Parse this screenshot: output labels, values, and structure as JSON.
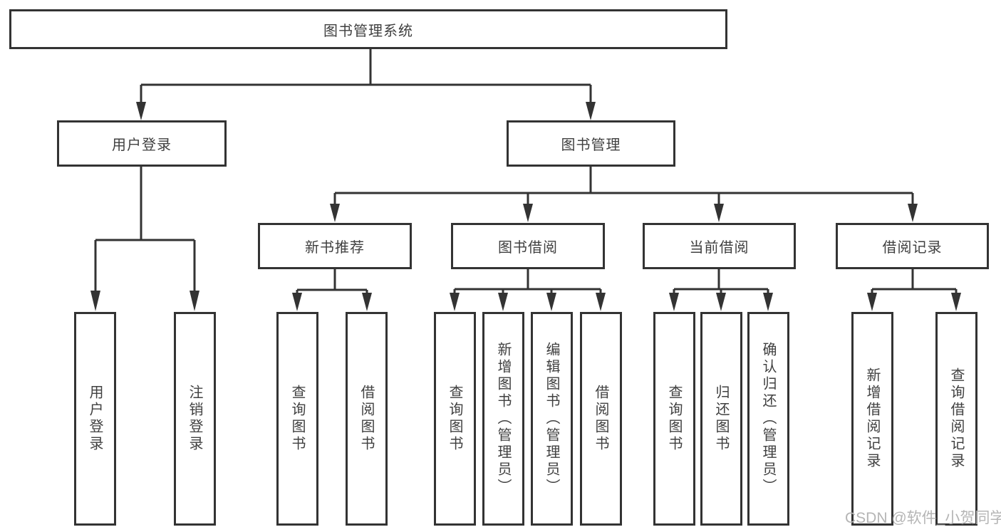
{
  "tree": {
    "root": {
      "label": "图书管理系统",
      "children": [
        {
          "label": "用户登录",
          "children": [
            {
              "label": "用户登录"
            },
            {
              "label": "注销登录"
            }
          ]
        },
        {
          "label": "图书管理",
          "children": [
            {
              "label": "新书推荐",
              "children": [
                {
                  "label": "查询图书"
                },
                {
                  "label": "借阅图书"
                }
              ]
            },
            {
              "label": "图书借阅",
              "children": [
                {
                  "label": "查询图书"
                },
                {
                  "label": "新增图书（管理员）"
                },
                {
                  "label": "编辑图书（管理员）"
                },
                {
                  "label": "借阅图书"
                }
              ]
            },
            {
              "label": "当前借阅",
              "children": [
                {
                  "label": "查询图书"
                },
                {
                  "label": "归还图书"
                },
                {
                  "label": "确认归还（管理员）"
                }
              ]
            },
            {
              "label": "借阅记录",
              "children": [
                {
                  "label": "新增借阅记录"
                },
                {
                  "label": "查询借阅记录"
                }
              ]
            }
          ]
        }
      ]
    }
  },
  "watermark": {
    "text": "CSDN @软件_小贺同学"
  },
  "colors": {
    "line": "#333333",
    "text": "#404040",
    "background": "#ffffff",
    "watermark": "#b5b5b5"
  }
}
